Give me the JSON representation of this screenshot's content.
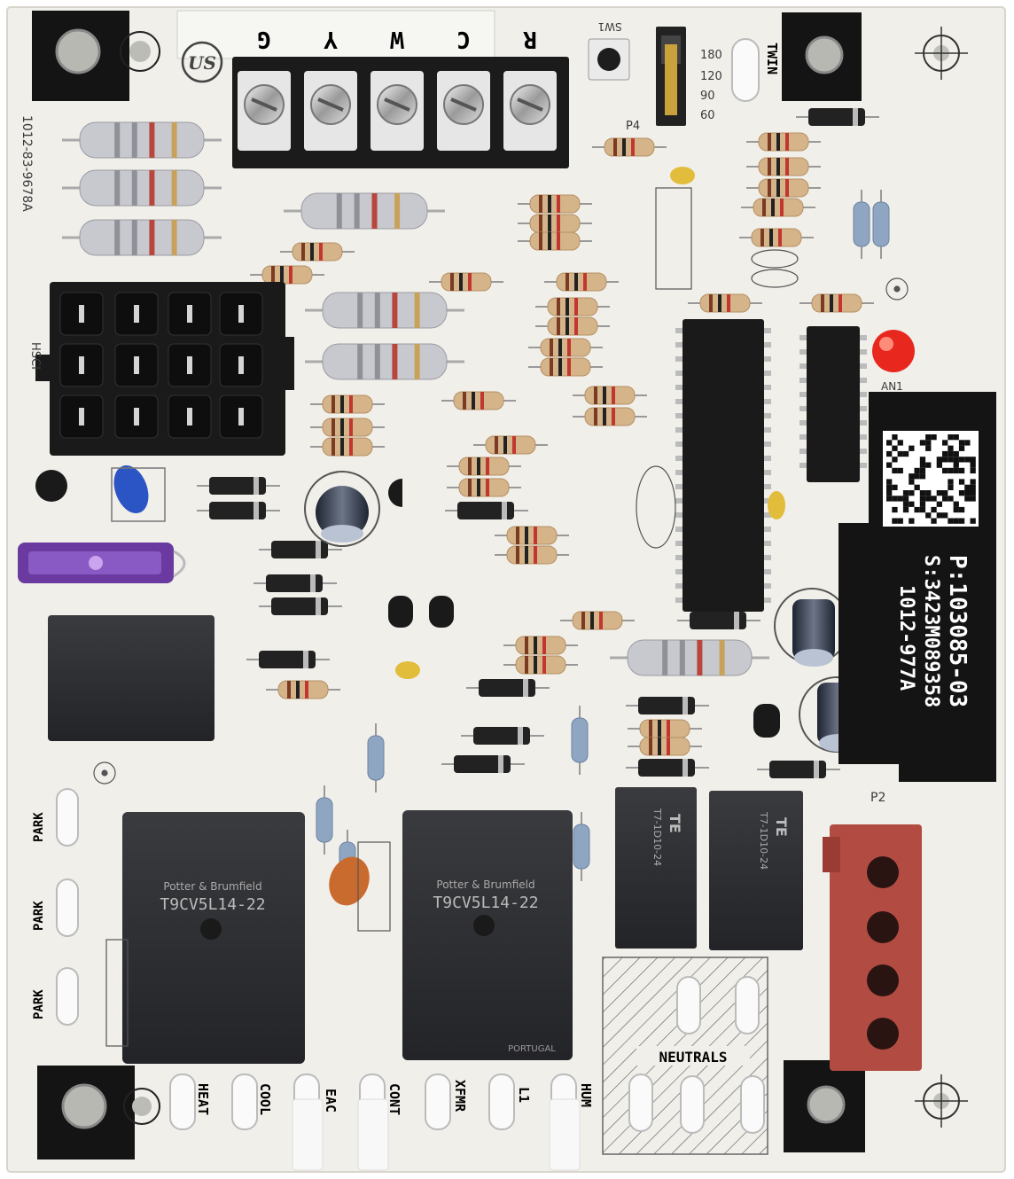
{
  "terminals": [
    "R",
    "C",
    "W",
    "Y",
    "G"
  ],
  "sticker": {
    "part": "P:103085-03",
    "serial": "S:3423M089358",
    "model": "1012-977A"
  },
  "board_id": "1012-83-9678A",
  "switch_label": "SW1",
  "delay_options": [
    "180",
    "120",
    "90",
    "60"
  ],
  "twin_label": "TWIN",
  "plug_labels": {
    "hsc": "HSCI",
    "p2": "P2",
    "p4": "P4"
  },
  "park_labels": [
    "PARK",
    "PARK",
    "PARK"
  ],
  "bottom_terminals": [
    "HEAT",
    "COOL",
    "EAC",
    "CONT",
    "XFMR",
    "L1",
    "HUM"
  ],
  "neutrals_label": "NEUTRALS",
  "relay_brand": "Potter & Brumfield",
  "relay_model": "T9CV5L14-22",
  "relay_country": "PORTUGAL",
  "small_relay_brand": "TE",
  "small_relay_model": "T7-1D10-24",
  "led_label": "AN1",
  "colors": {
    "board": "#f1efea",
    "black": "#1a1a1a",
    "relay": "#2c2d30",
    "led": "#e8281e",
    "connector_red": "#b24c42"
  }
}
